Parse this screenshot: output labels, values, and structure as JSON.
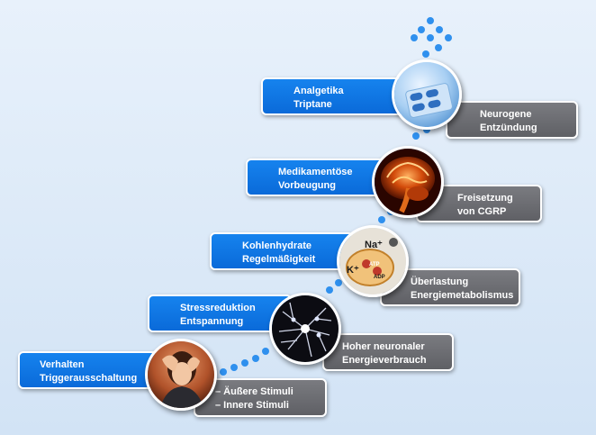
{
  "stages": [
    {
      "action": [
        "Verhalten",
        "Triggerausschaltung"
      ],
      "effect": [
        "– Äußere Stimuli",
        "– Innere Stimuli"
      ]
    },
    {
      "action": [
        "Stressreduktion",
        "Entspannung"
      ],
      "effect": [
        "Hoher neuronaler",
        "Energieverbrauch"
      ]
    },
    {
      "action": [
        "Kohlenhydrate",
        "Regelmäßigkeit"
      ],
      "effect": [
        "Überlastung",
        "Energiemetabolismus"
      ]
    },
    {
      "action": [
        "Medikamentöse",
        "Vorbeugung"
      ],
      "effect": [
        "Freisetzung",
        "von CGRP"
      ]
    },
    {
      "action": [
        "Analgetika",
        "Triptane"
      ],
      "effect": [
        "Neurogene",
        "Entzündung"
      ]
    }
  ],
  "image_labels": {
    "na": "Na⁺",
    "k": "K⁺",
    "atp": "ATP",
    "adp": "ADP"
  },
  "colors": {
    "action_box": "#0d73e3",
    "effect_box": "#6d6e73",
    "dots": "#2f90ee",
    "background": "#dce9f7"
  }
}
